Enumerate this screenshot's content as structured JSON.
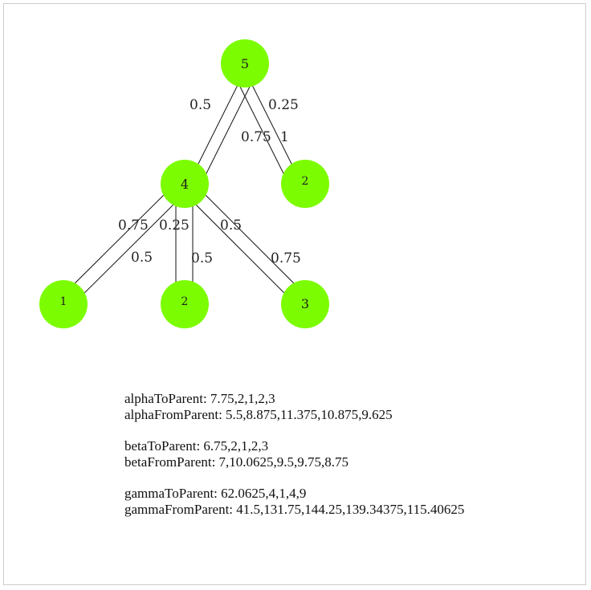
{
  "colors": {
    "node_fill": "#7cfc00",
    "edge": "#111111"
  },
  "tree": {
    "nodes": [
      {
        "id": "root",
        "label": "5"
      },
      {
        "id": "mid",
        "label": "4"
      },
      {
        "id": "rightleaf",
        "label": "2"
      },
      {
        "id": "leaf1",
        "label": "1"
      },
      {
        "id": "leaf2",
        "label": "2"
      },
      {
        "id": "leaf3",
        "label": "3"
      }
    ],
    "edge_labels": {
      "root_mid_a": "0.5",
      "root_right_a": "0.25",
      "root_right_b": "0.75",
      "root_right_c": "1",
      "mid_leaf1_a": "0.75",
      "mid_leaf1_b": "0.5",
      "mid_leaf2_a": "0.25",
      "mid_leaf2_b": "0.5",
      "mid_leaf3_a": "0.5",
      "mid_leaf3_b": "0.75"
    }
  },
  "stats": {
    "alpha_to": "alphaToParent: 7.75,2,1,2,3",
    "alpha_from": "alphaFromParent: 5.5,8.875,11.375,10.875,9.625",
    "beta_to": "betaToParent: 6.75,2,1,2,3",
    "beta_from": "betaFromParent: 7,10.0625,9.5,9.75,8.75",
    "gamma_to": "gammaToParent: 62.0625,4,1,4,9",
    "gamma_from": "gammaFromParent: 41.5,131.75,144.25,139.34375,115.40625"
  }
}
